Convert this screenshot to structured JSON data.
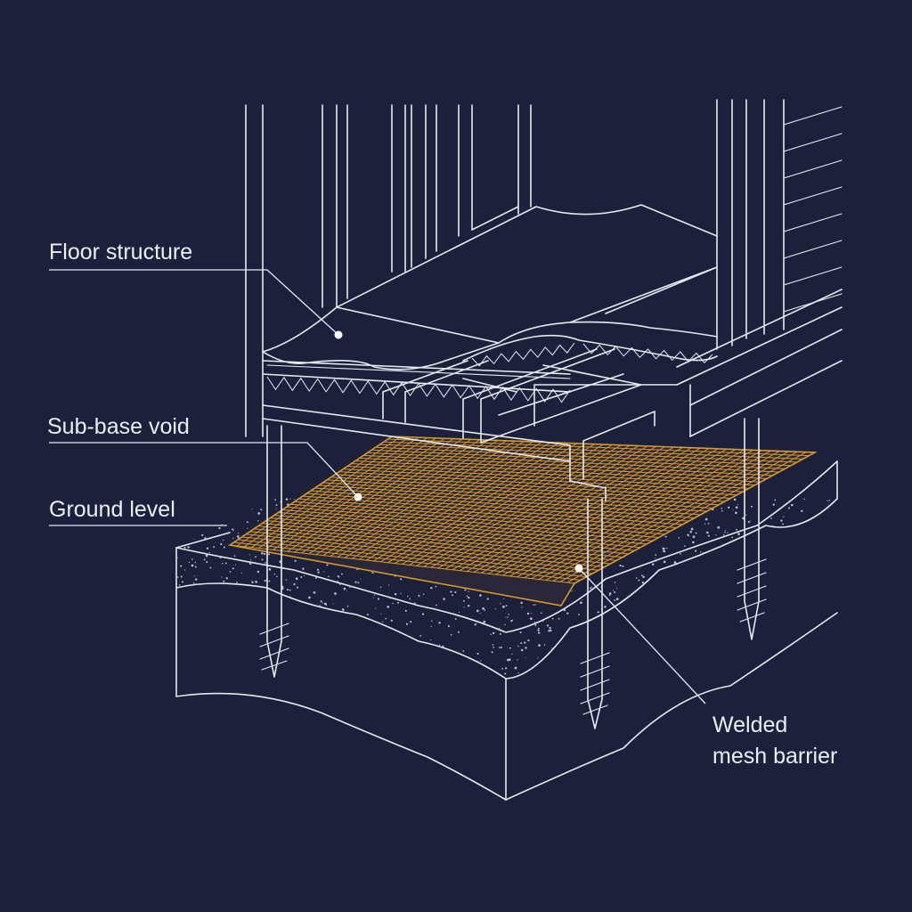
{
  "diagram": {
    "labels": {
      "floor_structure": "Floor structure",
      "sub_base_void": "Sub-base void",
      "ground_level": "Ground level",
      "welded_mesh_line1": "Welded",
      "welded_mesh_line2": "mesh barrier"
    },
    "colors": {
      "background": "#1b213b",
      "line": "#e6e9f2",
      "mesh": "#d99a2b",
      "ground_speckle": "#b9bfd0"
    }
  }
}
